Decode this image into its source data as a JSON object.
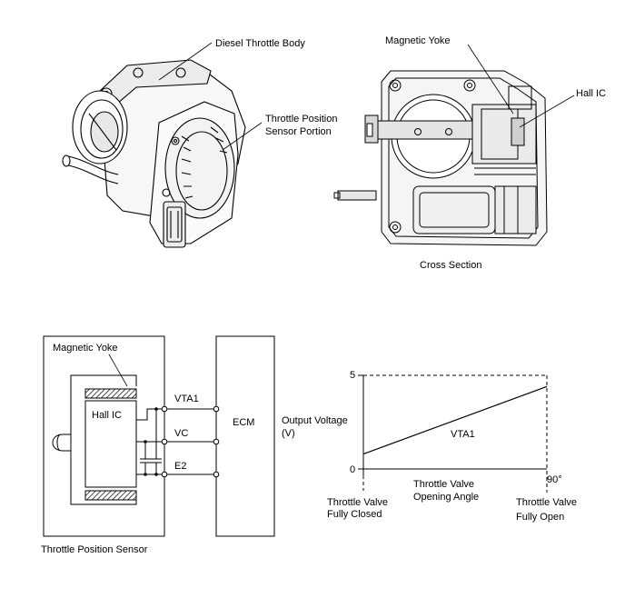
{
  "top_left": {
    "label_body": "Diesel Throttle Body",
    "label_sensor_line1": "Throttle Position",
    "label_sensor_line2": "Sensor Portion"
  },
  "top_right": {
    "label_yoke": "Magnetic Yoke",
    "label_hall": "Hall IC",
    "caption": "Cross Section"
  },
  "circuit": {
    "label_yoke": "Magnetic Yoke",
    "label_hall": "Hall IC",
    "ecm": "ECM",
    "terminals": [
      "VTA1",
      "VC",
      "E2"
    ],
    "caption": "Throttle Position Sensor"
  },
  "chart_data": {
    "type": "line",
    "ylabel_line1": "Output Voltage",
    "ylabel_line2": "(V)",
    "y_ticks": [
      "0",
      "5"
    ],
    "ylim": [
      0,
      5
    ],
    "xlim": [
      0,
      90
    ],
    "x_end_label": "90°",
    "series": [
      {
        "name": "VTA1",
        "x": [
          0,
          90
        ],
        "y": [
          0.8,
          4.4
        ]
      }
    ],
    "x_axis_label_line1": "Throttle Valve",
    "x_axis_label_line2": "Opening Angle",
    "left_label_line1": "Throttle Valve",
    "left_label_line2": "Fully Closed",
    "right_label_line1": "Throttle Valve",
    "right_label_line2": "Fully Open"
  }
}
